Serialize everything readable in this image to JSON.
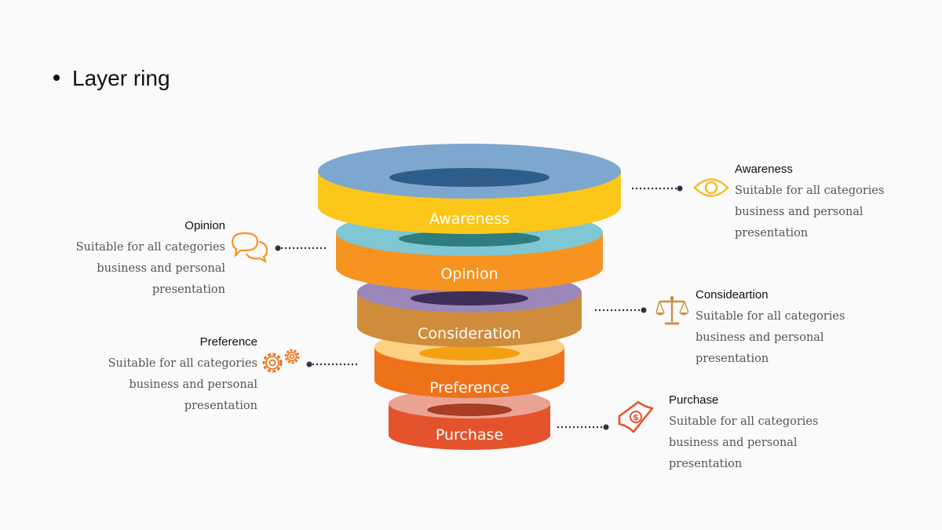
{
  "title": "Layer ring",
  "layers": [
    {
      "label": "Awareness",
      "top_color": "#7ea7cf",
      "side_color": "#fdc71a",
      "hole_color": "#2e5d8a"
    },
    {
      "label": "Opinion",
      "top_color": "#7fc7d3",
      "side_color": "#f7931f",
      "hole_color": "#2e7d80"
    },
    {
      "label": "Consideration",
      "top_color": "#9b87b9",
      "side_color": "#cf8d3c",
      "hole_color": "#3d2f59"
    },
    {
      "label": "Preference",
      "top_color": "#fdd083",
      "side_color": "#ee7219",
      "hole_color": "#f3a012"
    },
    {
      "label": "Purchase",
      "top_color": "#eaa393",
      "side_color": "#e5532c",
      "hole_color": "#a63d24"
    }
  ],
  "callouts": {
    "awareness": {
      "heading": "Awareness",
      "line1": "Suitable for all categories",
      "line2": "business and personal",
      "line3": "presentation",
      "icon": "eye-icon",
      "icon_color": "#f2c12e"
    },
    "opinion": {
      "heading": "Opinion",
      "line1": "Suitable for all categories",
      "line2": "business and personal",
      "line3": "presentation",
      "icon": "chat-bubbles-icon",
      "icon_color": "#f7931f"
    },
    "consideration": {
      "heading": "Consideartion",
      "line1": "Suitable for all categories",
      "line2": "business and personal",
      "line3": "presentation",
      "icon": "scale-icon",
      "icon_color": "#cf8d3c"
    },
    "preference": {
      "heading": "Preference",
      "line1": "Suitable for all categories",
      "line2": "business and personal",
      "line3": "presentation",
      "icon": "gears-icon",
      "icon_color": "#ee7219"
    },
    "purchase": {
      "heading": "Purchase",
      "line1": "Suitable for all categories",
      "line2": "business and personal",
      "line3": "presentation",
      "icon": "money-icon",
      "icon_color": "#e5532c"
    }
  },
  "connector_color": "#2d3142"
}
